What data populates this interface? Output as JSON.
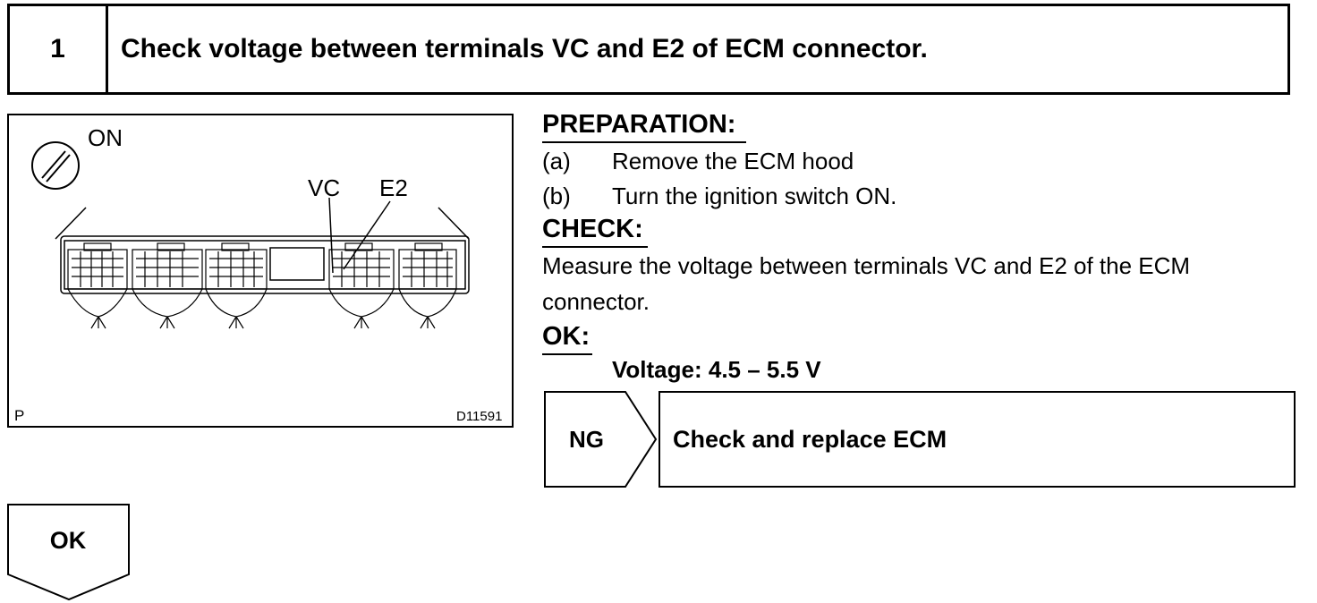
{
  "step": {
    "number": "1",
    "title": "Check voltage between terminals VC and E2 of ECM connector."
  },
  "illustration": {
    "switch_label": "ON",
    "terminal_vc": "VC",
    "terminal_e2": "E2",
    "corner_label": "P",
    "figure_id": "D11591"
  },
  "preparation": {
    "heading": "PREPARATION:",
    "steps": [
      {
        "marker": "(a)",
        "text": "Remove the ECM hood"
      },
      {
        "marker": "(b)",
        "text": "Turn the ignition switch ON."
      }
    ]
  },
  "check": {
    "heading": "CHECK:",
    "lines": [
      "Measure the voltage between terminals VC and E2 of the ECM",
      "connector."
    ]
  },
  "ok_spec": {
    "heading": "OK:",
    "value": "Voltage: 4.5 – 5.5 V"
  },
  "ng_branch": {
    "label": "NG",
    "action": "Check and replace ECM"
  },
  "ok_branch": {
    "label": "OK"
  }
}
